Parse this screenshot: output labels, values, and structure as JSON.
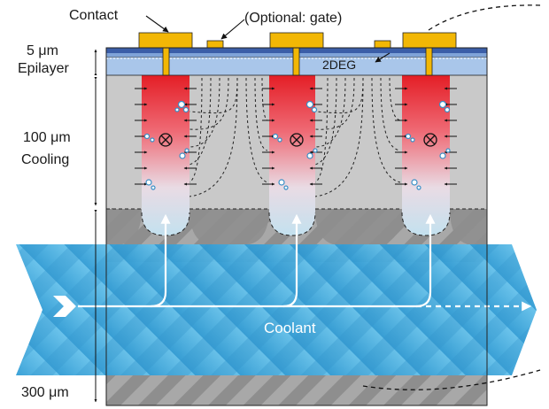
{
  "labels": {
    "contact": "Contact",
    "gate": "(Optional: gate)",
    "epi_thickness": "5 μm",
    "epilayer": "Epilayer",
    "twodeg": "2DEG",
    "cooling_thickness": "100 μm",
    "cooling": "Cooling",
    "coolant": "Coolant",
    "substrate_thickness": "300 μm"
  },
  "colors": {
    "contact_gold": "#f2b705",
    "channel_hot": "#e8202a",
    "channel_cool": "#c7e3f0",
    "coolant_blue": "#3aa7dc",
    "substrate_gray": "#c9c9c9",
    "epilayer_blue": "#a9c6ea",
    "epi_top": "#3b5ea8"
  },
  "icons": [
    "current-into-page-icon",
    "bubble-icon",
    "heat-flow-arrow-icon"
  ]
}
